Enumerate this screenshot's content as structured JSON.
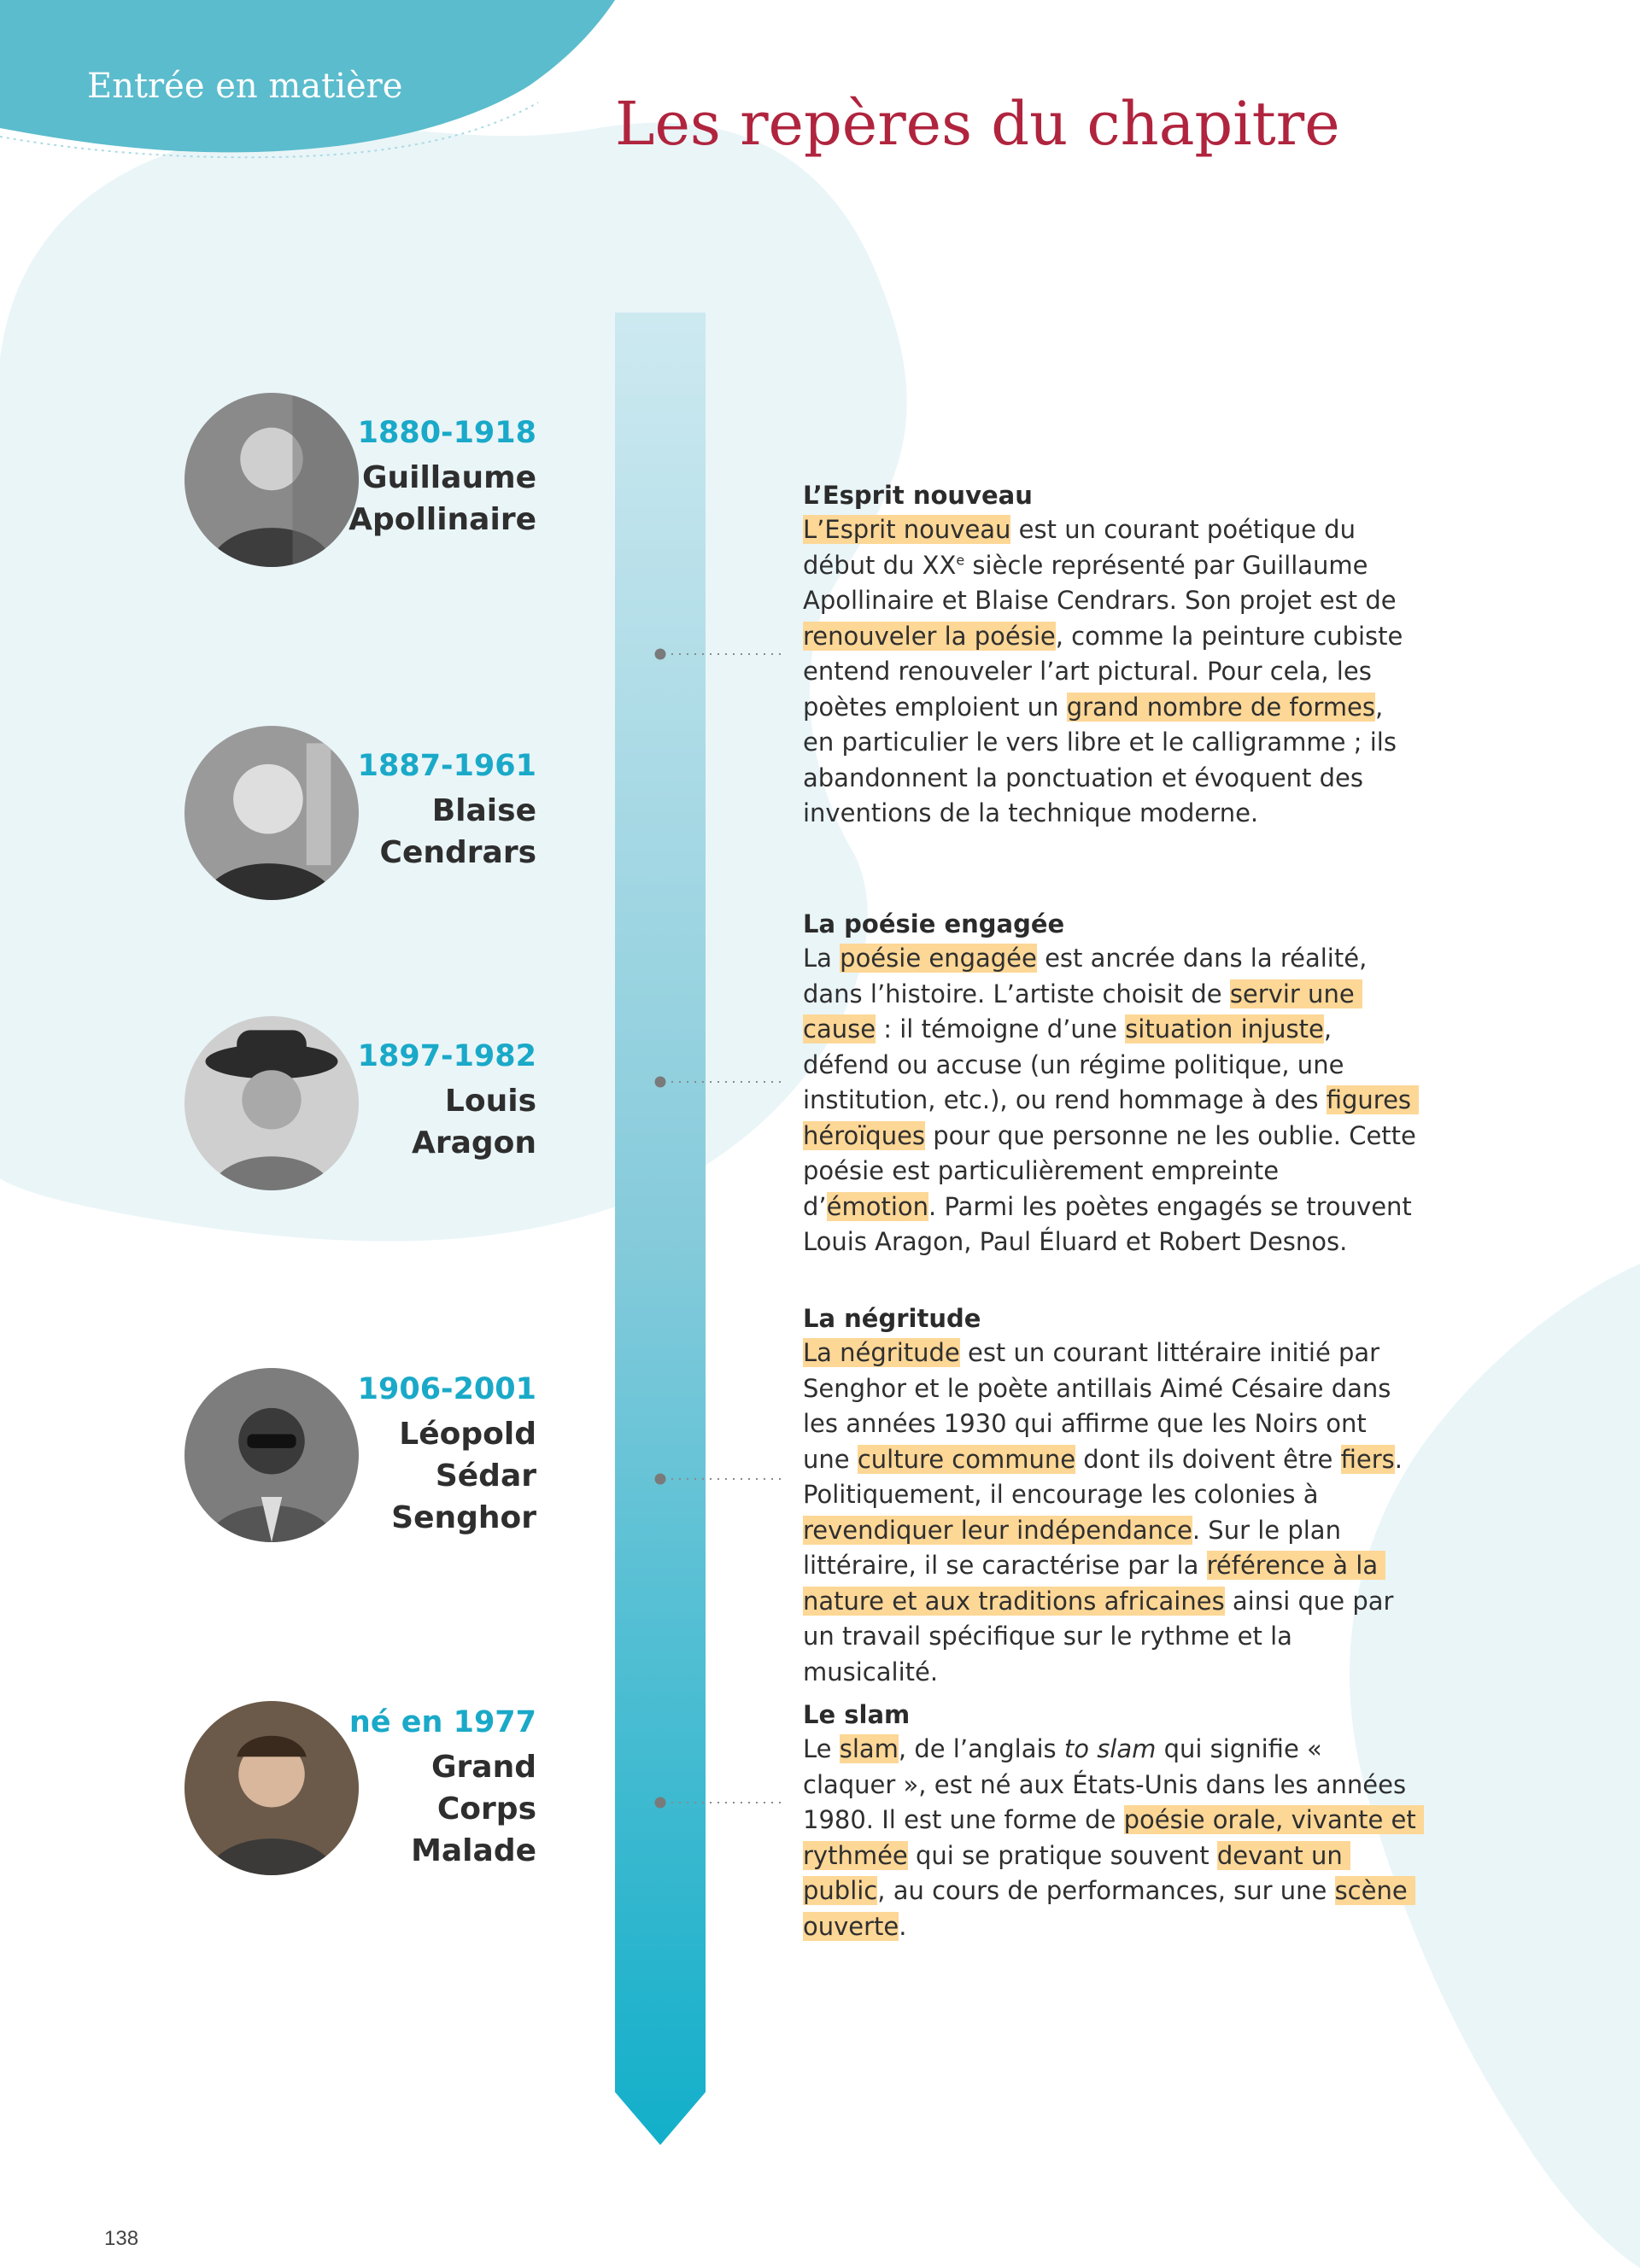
{
  "header": {
    "section_label": "Entrée en matière",
    "title": "Les repères du chapitre"
  },
  "colors": {
    "title": "#b0243e",
    "dates": "#1aa9c8",
    "highlight": "#fdd796",
    "banner": "#5bbccd",
    "background_blob": "#eaf5f8"
  },
  "people": [
    {
      "dates": "1880-1918",
      "name": [
        "Guillaume",
        "Apollinaire"
      ],
      "photo": "portrait-photo"
    },
    {
      "dates": "1887-1961",
      "name": [
        "Blaise",
        "Cendrars"
      ],
      "photo": "portrait-photo"
    },
    {
      "dates": "1897-1982",
      "name": [
        "Louis",
        "Aragon"
      ],
      "photo": "portrait-photo"
    },
    {
      "dates": "1906-2001",
      "name": [
        "Léopold",
        "Sédar",
        "Senghor"
      ],
      "photo": "portrait-photo"
    },
    {
      "dates": "né en 1977",
      "name": [
        "Grand",
        "Corps",
        "Malade"
      ],
      "photo": "portrait-photo"
    }
  ],
  "entries": [
    {
      "title": "L’Esprit nouveau",
      "segments": [
        {
          "t": "L’Esprit nouveau",
          "hl": true
        },
        {
          "t": " est un courant poétique du début du XX"
        },
        {
          "t": "e",
          "sup": true
        },
        {
          "t": " siècle représenté par Guillaume Apollinaire et Blaise Cendrars. Son projet est de "
        },
        {
          "t": "renouveler la poésie",
          "hl": true
        },
        {
          "t": ", comme la peinture cubiste entend renouveler l’art pictural. Pour cela, les poètes emploient un "
        },
        {
          "t": "grand nombre de formes",
          "hl": true
        },
        {
          "t": ", en particulier le vers libre et le calligramme ; ils abandonnent la ponctuation et évoquent des inventions de la technique moderne."
        }
      ]
    },
    {
      "title": "La poésie engagée",
      "segments": [
        {
          "t": "La "
        },
        {
          "t": "poésie engagée",
          "hl": true
        },
        {
          "t": " est ancrée dans la réalité, dans l’histoire. L’artiste choisit de "
        },
        {
          "t": "servir une cause",
          "hl": true
        },
        {
          "t": " : il témoigne d’une "
        },
        {
          "t": "situation injuste",
          "hl": true
        },
        {
          "t": ", défend ou accuse (un régime politique, une institution, etc.), ou rend hommage à des "
        },
        {
          "t": "figures héroïques",
          "hl": true
        },
        {
          "t": " pour que personne ne les oublie. Cette poésie est particulièrement empreinte d’"
        },
        {
          "t": "émotion",
          "hl": true
        },
        {
          "t": ". Parmi les poètes engagés se trouvent Louis Aragon, Paul Éluard et Robert Desnos."
        }
      ]
    },
    {
      "title": "La négritude",
      "segments": [
        {
          "t": "La négritude",
          "hl": true
        },
        {
          "t": " est un courant littéraire initié par Senghor et le poète antillais Aimé Césaire dans les années 1930 qui affirme que les Noirs ont une "
        },
        {
          "t": "culture commune",
          "hl": true
        },
        {
          "t": " dont ils doivent être "
        },
        {
          "t": "fiers",
          "hl": true
        },
        {
          "t": ". Politiquement, il encourage les colonies à "
        },
        {
          "t": "revendiquer leur indépendance",
          "hl": true
        },
        {
          "t": ". Sur le plan littéraire, il se caractérise par la "
        },
        {
          "t": "référence à la nature et aux traditions africaines",
          "hl": true
        },
        {
          "t": " ainsi que par un travail spécifique sur le rythme et la musicalité."
        }
      ]
    },
    {
      "title": "Le slam",
      "segments": [
        {
          "t": "Le "
        },
        {
          "t": "slam",
          "hl": true
        },
        {
          "t": ", de l’anglais "
        },
        {
          "t": "to slam",
          "it": true
        },
        {
          "t": " qui signifie « claquer », est né aux États-Unis dans les années 1980. Il est une forme de "
        },
        {
          "t": "poésie orale, vivante et rythmée",
          "hl": true
        },
        {
          "t": " qui se pratique souvent "
        },
        {
          "t": "devant un public",
          "hl": true
        },
        {
          "t": ", au cours de performances, sur une "
        },
        {
          "t": "scène ouverte",
          "hl": true
        },
        {
          "t": "."
        }
      ]
    }
  ],
  "footer": {
    "page_number": "138"
  }
}
